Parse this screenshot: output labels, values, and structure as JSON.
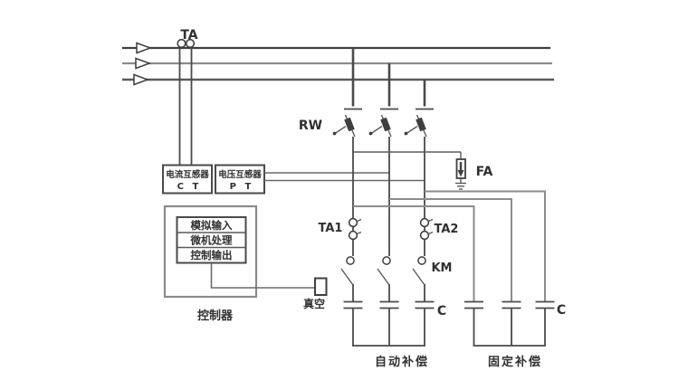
{
  "colors": {
    "background": "#ffffff",
    "line": "#4a4a4a",
    "line_light": "#8c8c8c",
    "text": "#303030"
  },
  "labels": {
    "ta": "TA",
    "rw": "RW",
    "fa": "FA",
    "ta1": "TA1",
    "ta2": "TA2",
    "km": "KM",
    "c_auto": "C",
    "c_fixed": "C",
    "auto_bank": "自动补偿",
    "fixed_bank": "固定补偿",
    "controller": "控制器",
    "vacuum": "真空"
  },
  "ct_box": {
    "name": "电流互感器",
    "abbr": "C T"
  },
  "pt_box": {
    "name": "电压互感器",
    "abbr": "P T"
  },
  "controller_rows": [
    "模拟输入",
    "微机处理",
    "控制输出"
  ]
}
